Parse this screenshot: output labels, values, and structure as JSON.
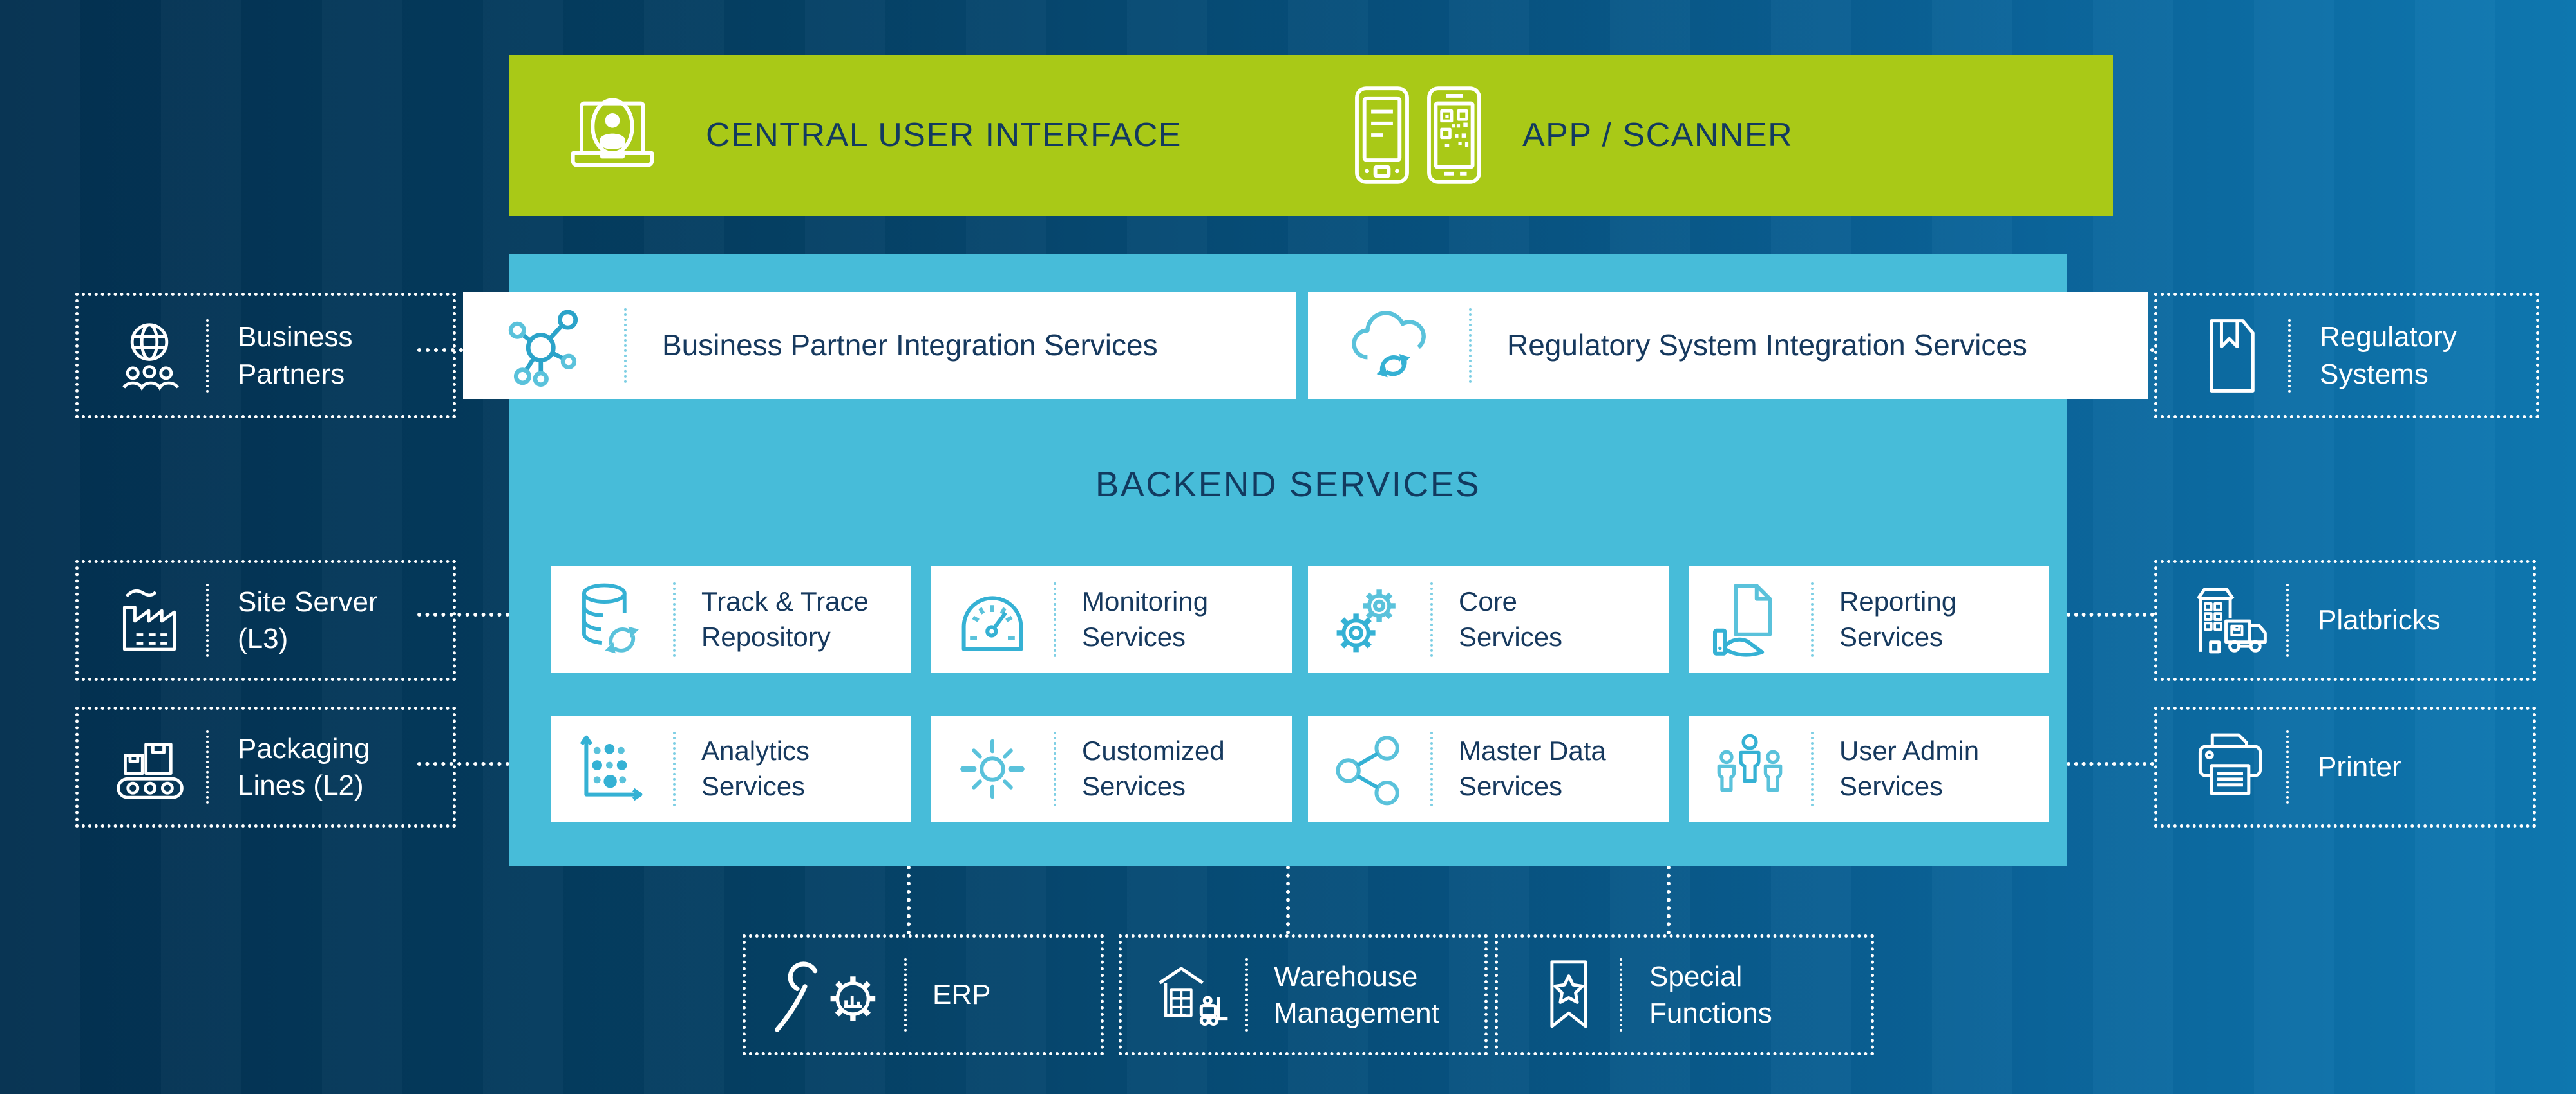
{
  "palette": {
    "background_left": "#033050",
    "background_right": "#0e79b2",
    "accent_green": "#a9c917",
    "panel_teal": "#47bcd9",
    "text_navy": "#123a5f",
    "icon_teal": "#35b1d4",
    "icon_teal_light": "#5ac2db",
    "white": "#ffffff"
  },
  "banners": {
    "central_ui": "CENTRAL USER INTERFACE",
    "app_scanner": "APP / SCANNER"
  },
  "integration_services": [
    {
      "label": "Business Partner Integration Services",
      "icon": "network-nodes-icon"
    },
    {
      "label": "Regulatory System Integration Services",
      "icon": "cloud-sync-icon"
    }
  ],
  "backend": {
    "title": "BACKEND SERVICES",
    "services": [
      {
        "line1": "Track & Trace",
        "line2": "Repository",
        "icon": "database-sync-icon"
      },
      {
        "line1": "Monitoring",
        "line2": "Services",
        "icon": "gauge-icon"
      },
      {
        "line1": "Core",
        "line2": "Services",
        "icon": "gears-icon"
      },
      {
        "line1": "Reporting",
        "line2": "Services",
        "icon": "document-hand-icon"
      },
      {
        "line1": "Analytics",
        "line2": "Services",
        "icon": "scatter-chart-icon"
      },
      {
        "line1": "Customized",
        "line2": "Services",
        "icon": "sun-icon"
      },
      {
        "line1": "Master Data",
        "line2": "Services",
        "icon": "share-nodes-icon"
      },
      {
        "line1": "User Admin",
        "line2": "Services",
        "icon": "users-group-icon"
      }
    ]
  },
  "left_systems": [
    {
      "line1": "Business",
      "line2": "Partners",
      "icon": "globe-users-icon"
    },
    {
      "line1": "Site Server",
      "line2": "(L3)",
      "icon": "factory-icon"
    },
    {
      "line1": "Packaging",
      "line2": "Lines (L2)",
      "icon": "conveyor-icon"
    }
  ],
  "right_systems": [
    {
      "line1": "Regulatory",
      "line2": "Systems",
      "icon": "document-bookmark-icon"
    },
    {
      "line1": "Platbricks",
      "icon": "building-truck-icon"
    },
    {
      "line1": "Printer",
      "icon": "printer-icon"
    }
  ],
  "bottom_systems": [
    {
      "line1": "ERP",
      "icon": "wrench-gear-icon"
    },
    {
      "line1": "Warehouse",
      "line2": "Management",
      "icon": "warehouse-forklift-icon"
    },
    {
      "line1": "Special",
      "line2": "Functions",
      "icon": "ribbon-star-icon"
    }
  ]
}
